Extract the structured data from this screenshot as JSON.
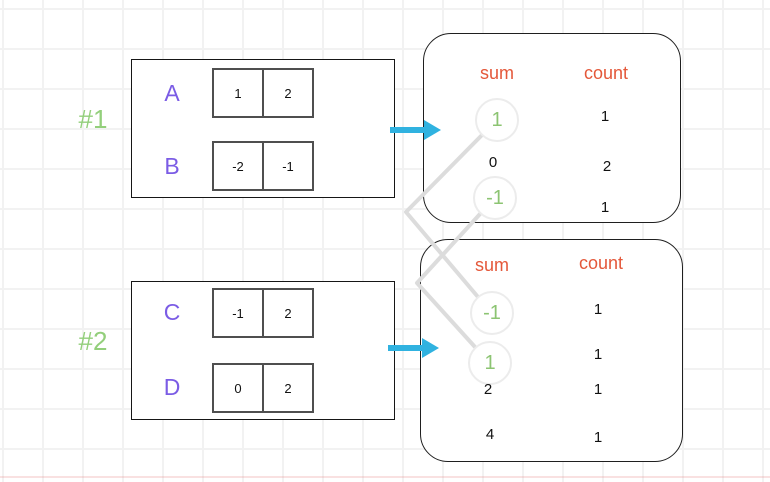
{
  "diagram": {
    "groups": [
      {
        "label": "#1",
        "rows": [
          {
            "name": "A",
            "cells": [
              "1",
              "2"
            ]
          },
          {
            "name": "B",
            "cells": [
              "-2",
              "-1"
            ]
          }
        ],
        "result": {
          "headers": {
            "sum": "sum",
            "count": "count"
          },
          "rows": [
            {
              "sum": "1",
              "count": "1",
              "highlighted": true
            },
            {
              "sum": "0",
              "count": "2",
              "highlighted": false
            },
            {
              "sum": "-1",
              "count": "1",
              "highlighted": true
            }
          ]
        }
      },
      {
        "label": "#2",
        "rows": [
          {
            "name": "C",
            "cells": [
              "-1",
              "2"
            ]
          },
          {
            "name": "D",
            "cells": [
              "0",
              "2"
            ]
          }
        ],
        "result": {
          "headers": {
            "sum": "sum",
            "count": "count"
          },
          "rows": [
            {
              "sum": "-1",
              "count": "1",
              "highlighted": true
            },
            {
              "sum": "1",
              "count": "1",
              "highlighted": true
            },
            {
              "sum": "2",
              "count": "1",
              "highlighted": false
            },
            {
              "sum": "4",
              "count": "1",
              "highlighted": false
            }
          ]
        }
      }
    ],
    "connections": [
      {
        "from": "group1-sum-1",
        "to": "group2-sum--1"
      },
      {
        "from": "group1-sum--1",
        "to": "group2-sum-1"
      }
    ],
    "colors": {
      "row_label": "#7b5ce5",
      "group_label": "#93cf7b",
      "column_header": "#e4583a",
      "highlighted_value": "#8cc472",
      "arrow": "#30b2e0",
      "connector": "#dcdcdc"
    }
  }
}
